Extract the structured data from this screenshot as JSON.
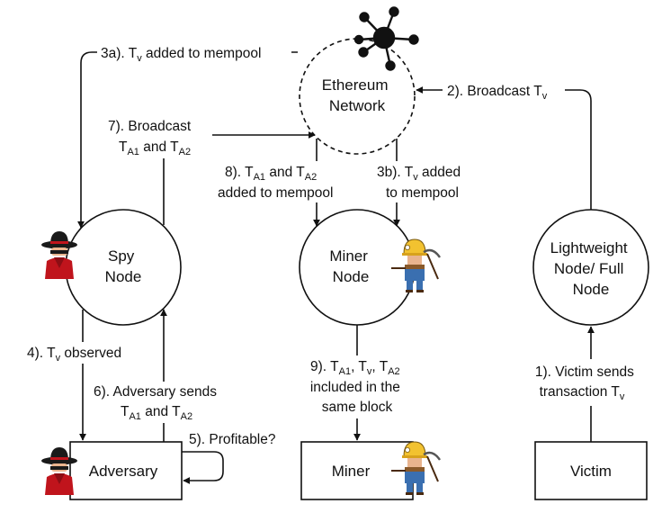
{
  "nodes": {
    "ethereum": [
      "Ethereum",
      "Network"
    ],
    "spy": [
      "Spy",
      "Node"
    ],
    "miner_node": [
      "Miner",
      "Node"
    ],
    "lightweight": [
      "Lightweight",
      "Node/ Full",
      "Node"
    ],
    "adversary": "Adversary",
    "miner": "Miner",
    "victim": "Victim"
  },
  "edges": {
    "e1": {
      "line1": "1). Victim sends",
      "line2": "transaction T",
      "line2_sub": "v"
    },
    "e2": {
      "text": "2). Broadcast T",
      "sub": "v"
    },
    "e3a": {
      "text": "3a). T",
      "sub": "v",
      "rest": " added to mempool"
    },
    "e3b": {
      "line1": "3b). T",
      "line1_sub": "v",
      "line1_rest": " added",
      "line2": "to mempool"
    },
    "e4": {
      "text": "4). T",
      "sub": "v",
      "rest": " observed"
    },
    "e5": {
      "text": "5). Profitable?"
    },
    "e6": {
      "line1": "6). Adversary sends",
      "t": "T",
      "s1": "A1",
      "and": " and T",
      "s2": "A2"
    },
    "e7": {
      "line1": "7). Broadcast",
      "t": "T",
      "s1": "A1",
      "and": " and T",
      "s2": "A2"
    },
    "e8": {
      "p": "8). T",
      "s1": "A1",
      "and": " and T",
      "s2": "A2",
      "line2": "added to mempool"
    },
    "e9": {
      "p": "9). T",
      "s1": "A1",
      "c1": ", T",
      "s2": "v",
      "c2": ", T",
      "s3": "A2",
      "line2": "included in the",
      "line3": "same block"
    }
  },
  "colors": {
    "stroke": "#111111",
    "spy_red": "#c0141c",
    "miner_yellow": "#f2c230"
  },
  "icons": [
    "ethereum-network-icon",
    "spy-icon",
    "miner-icon"
  ]
}
